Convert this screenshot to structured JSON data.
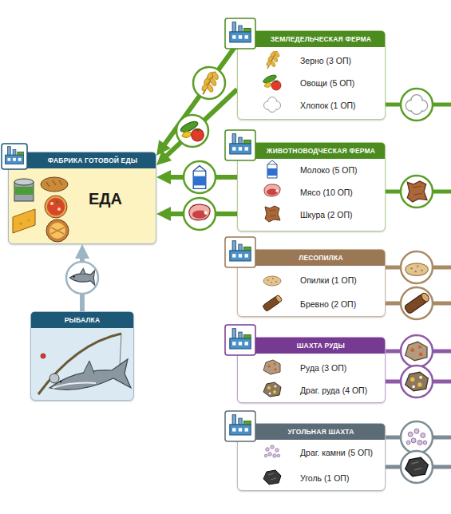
{
  "diagram": {
    "nodes": [
      {
        "text": [
          "ФАБРИКА ГОТОВОЙ ЕДЫ",
          "ЕДА"
        ]
      },
      {
        "text": [
          "РЫБАЛКА"
        ]
      },
      {
        "text": [
          "ЗЕМЛЕДЕЛЬЧЕСКАЯ ФЕРМА",
          "Зерно (3 ОП)",
          "Овощи (5 ОП)",
          "Хлопок (1 ОП)"
        ]
      },
      {
        "text": [
          "ЖИВОТНОВОДЧЕСКАЯ ФЕРМА",
          "Молоко (5 ОП)",
          "Мясо (10 ОП)",
          "Шкура (2 ОП)"
        ]
      },
      {
        "text": [
          "ЛЕСОПИЛКА",
          "Опилки (1 ОП)",
          "Бревно (2 ОП)"
        ]
      },
      {
        "text": [
          "ШАХТА РУДЫ",
          "Руда (3 ОП)",
          "Драг. руда (4 ОП)"
        ]
      },
      {
        "text": [
          "УГОЛЬНАЯ ШАХТА",
          "Драг. камни (5 ОП)",
          "Уголь (1 ОП)"
        ]
      }
    ],
    "edges": [
      {
        "from": 1,
        "to": 0,
        "arrow": "to"
      },
      {
        "from": 2,
        "to": 0,
        "arrow": "to"
      },
      {
        "from": 2,
        "to": 0,
        "arrow": "to"
      },
      {
        "from": 3,
        "to": 0,
        "arrow": "to"
      },
      {
        "from": 3,
        "to": 0,
        "arrow": "to"
      }
    ]
  }
}
